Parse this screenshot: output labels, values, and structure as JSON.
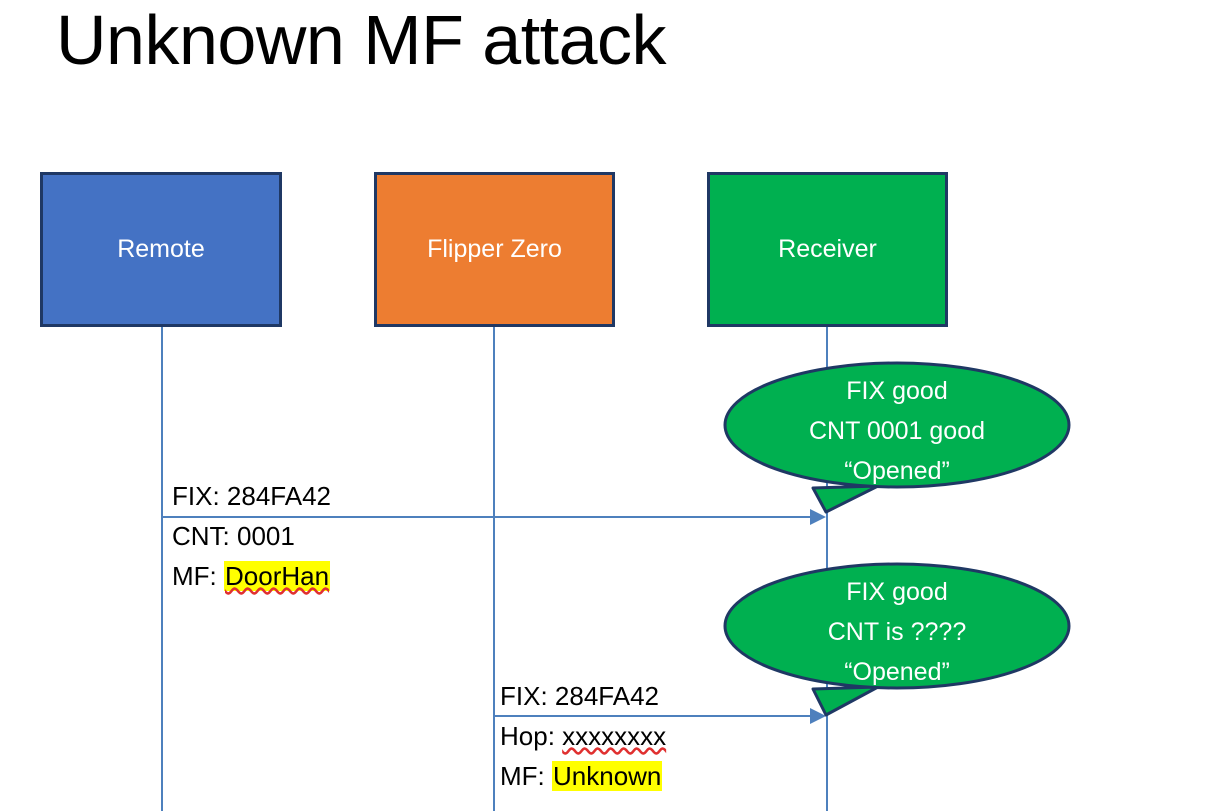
{
  "slide": {
    "title": "Unknown MF attack"
  },
  "actors": [
    {
      "id": "remote",
      "label": "Remote",
      "color": "#4472C4"
    },
    {
      "id": "flipper",
      "label": "Flipper Zero",
      "color": "#ED7D31"
    },
    {
      "id": "receiver",
      "label": "Receiver",
      "color": "#00B050"
    }
  ],
  "messages": [
    {
      "id": "msg1",
      "from": "remote",
      "to": "receiver",
      "lines": [
        {
          "prefix": "FIX: ",
          "value": "284FA42",
          "highlight": false,
          "squiggle": false
        },
        {
          "prefix": "CNT: ",
          "value": "0001",
          "highlight": false,
          "squiggle": false
        },
        {
          "prefix": "MF: ",
          "value": "DoorHan",
          "highlight": true,
          "squiggle": true
        }
      ]
    },
    {
      "id": "msg2",
      "from": "flipper",
      "to": "receiver",
      "lines": [
        {
          "prefix": "FIX: ",
          "value": "284FA42",
          "highlight": false,
          "squiggle": false
        },
        {
          "prefix": "Hop: ",
          "value": "xxxxxxxx",
          "highlight": false,
          "squiggle": true
        },
        {
          "prefix": "MF: ",
          "value": "Unknown",
          "highlight": true,
          "squiggle": false
        }
      ]
    }
  ],
  "bubbles": [
    {
      "id": "bubble1",
      "lines": [
        "FIX good",
        "CNT 0001 good",
        "“Opened”"
      ],
      "fill": "#00B050",
      "stroke": "#1F3864"
    },
    {
      "id": "bubble2",
      "lines": [
        "FIX good",
        "CNT is ????",
        "“Opened”"
      ],
      "fill": "#00B050",
      "stroke": "#1F3864"
    }
  ],
  "colors": {
    "lifeline": "#4E80BD",
    "box_border": "#1F3864",
    "highlight": "#FFFF00",
    "squiggle": "#E03030"
  }
}
